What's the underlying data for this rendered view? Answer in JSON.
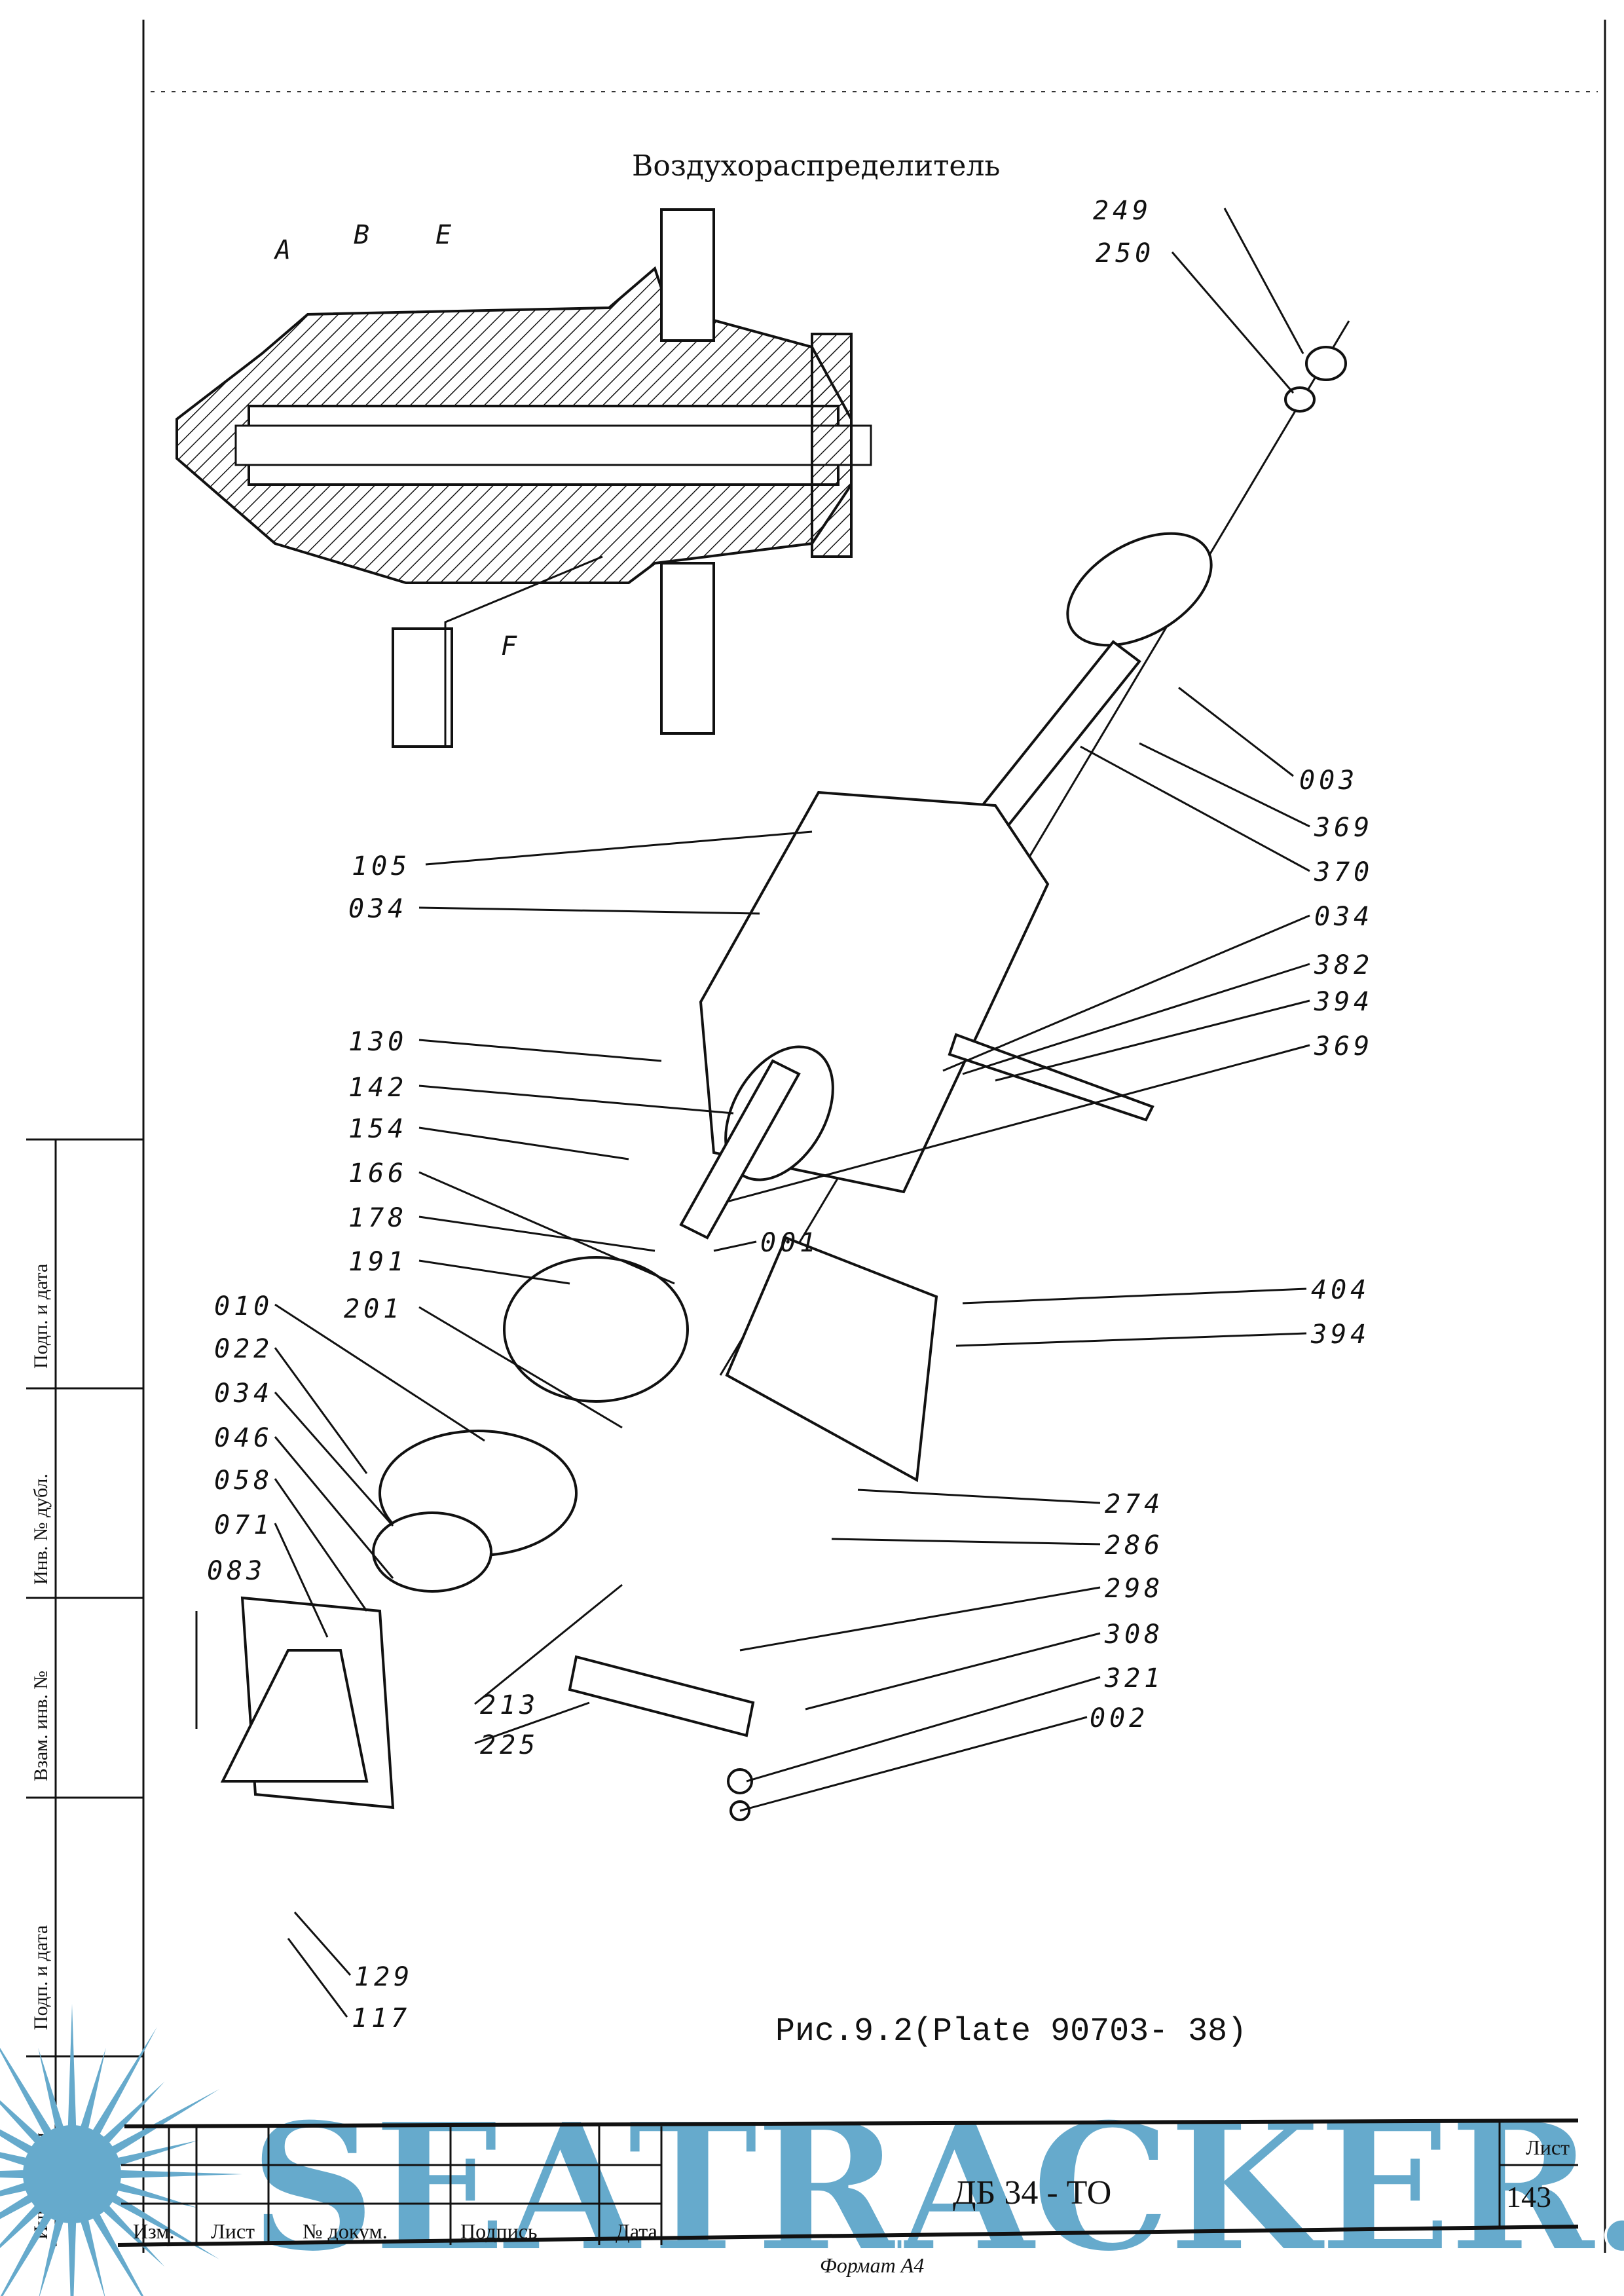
{
  "title": "Воздухораспределитель",
  "section_letters": [
    "A",
    "B",
    "E",
    "F"
  ],
  "part_labels": [
    "249",
    "250",
    "003",
    "369",
    "370",
    "034",
    "382",
    "394",
    "369",
    "404",
    "394",
    "274",
    "286",
    "298",
    "308",
    "321",
    "002",
    "105",
    "034",
    "130",
    "142",
    "154",
    "166",
    "178",
    "191",
    "201",
    "010",
    "022",
    "034",
    "046",
    "058",
    "071",
    "083",
    "001",
    "213",
    "225",
    "129",
    "117"
  ],
  "caption": "Рис.9.2(Plate 90703- 38)",
  "title_block": {
    "columns": [
      "Изм.",
      "Лист",
      "№ докум.",
      "Подпись",
      "Дата"
    ],
    "doc_code": "ДБ 34 - ТО",
    "sheet_label": "Лист",
    "sheet_number": "143",
    "format": "Формат А4"
  },
  "side_stamps": [
    "Подп. и дата",
    "Инв. № дубл.",
    "Взам. инв. №",
    "Подп. и дата",
    "Инв. № подл."
  ],
  "watermark": "SEATRACKER.RU",
  "colors": {
    "ink": "#111111",
    "watermark": "#66aacc"
  }
}
